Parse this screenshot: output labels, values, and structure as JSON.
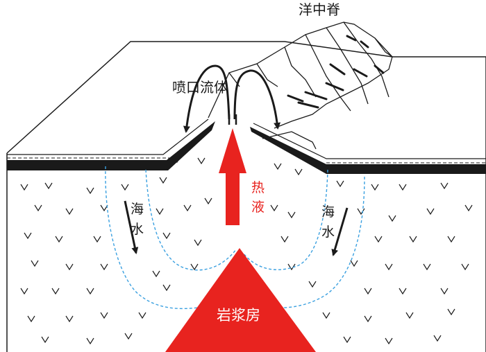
{
  "labels": {
    "ridge": "洋中脊",
    "vent_fluid": "喷口流体",
    "hot_fluid_1": "热",
    "hot_fluid_2": "液",
    "seawater_left_1": "海",
    "seawater_left_2": "水",
    "seawater_right_1": "海",
    "seawater_right_2": "水",
    "magma_chamber": "岩浆房"
  },
  "colors": {
    "line": "#1a1a1a",
    "magma": "#e8231f",
    "hot_fluid_arrow": "#e8231f",
    "seawater_path": "#3aa0e0"
  }
}
